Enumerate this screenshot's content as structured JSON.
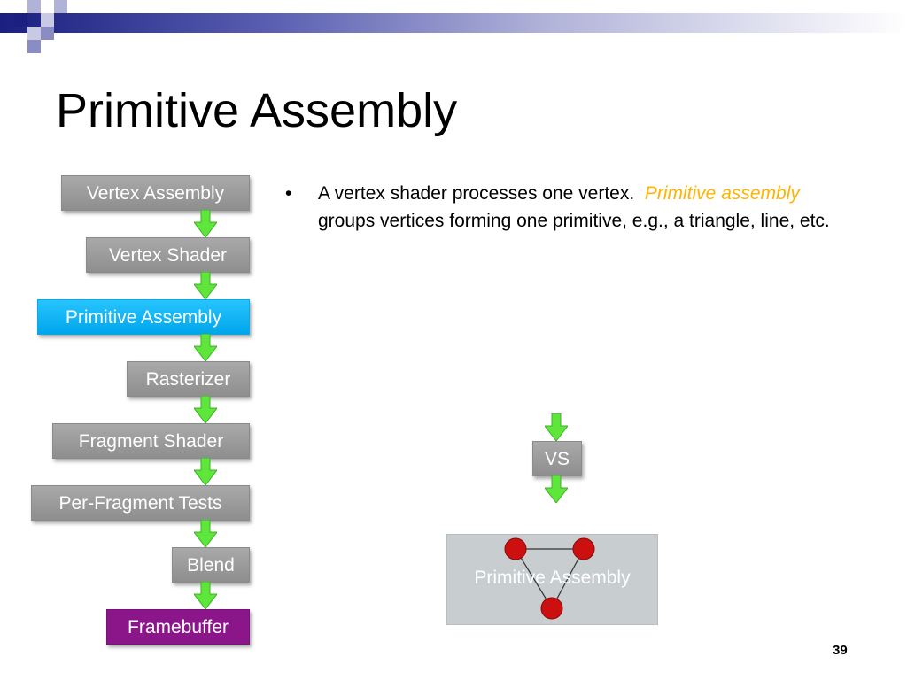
{
  "slide": {
    "title": "Primitive Assembly",
    "page_number": "39"
  },
  "pipeline": {
    "stages": [
      {
        "label": "Vertex Assembly",
        "state": "normal"
      },
      {
        "label": "Vertex Shader",
        "state": "normal"
      },
      {
        "label": "Primitive Assembly",
        "state": "current"
      },
      {
        "label": "Rasterizer",
        "state": "normal"
      },
      {
        "label": "Fragment Shader",
        "state": "normal"
      },
      {
        "label": "Per-Fragment Tests",
        "state": "normal"
      },
      {
        "label": "Blend",
        "state": "normal"
      },
      {
        "label": "Framebuffer",
        "state": "output"
      }
    ]
  },
  "bullet": {
    "text_before": "A vertex shader processes one vertex.",
    "highlight": "Primitive assembly",
    "text_after": "groups vertices forming one primitive, e.g., a triangle, line, etc."
  },
  "illustration": {
    "vs_label": "VS",
    "panel_label": "Primitive Assembly"
  },
  "colors": {
    "stage_gray": "#9a9a9a",
    "stage_current": "#12b5f5",
    "stage_output": "#8a168a",
    "arrow_green": "#5ee63a",
    "vertex_red": "#cc1010",
    "highlight_text": "#ffb400",
    "title_bar": "#1a1f80"
  }
}
